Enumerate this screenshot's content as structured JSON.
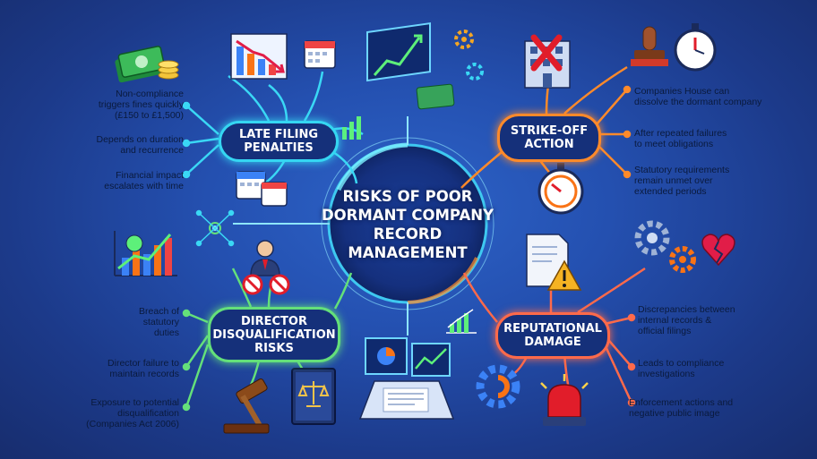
{
  "center_title": "RISKS OF POOR\nDORMANT COMPANY\nRECORD\nMANAGEMENT",
  "branches": {
    "late_filing": {
      "title": "LATE FILING\nPENALTIES",
      "points": [
        "Non-compliance\ntriggers fines quickly\n(£150 to £1,500)",
        "Depends on duration\nand recurrence",
        "Financial impact\nescalates with time"
      ]
    },
    "strike_off": {
      "title": "STRIKE-OFF\nACTION",
      "points": [
        "Companies House can\ndissolve the dormant company",
        "After repeated failures\nto meet obligations",
        "Statutory requirements\nremain unmet over\nextended periods"
      ]
    },
    "director": {
      "title": "DIRECTOR\nDISQUALIFICATION\nRISKS",
      "points": [
        "Breach of\nstatutory\nduties",
        "Director failure to\nmaintain records",
        "Exposure to potential\ndisqualification\n(Companies Act 2006)"
      ]
    },
    "reputational": {
      "title": "REPUTATIONAL\nDAMAGE",
      "points": [
        "Discrepancies between\ninternal records &\nofficial filings",
        "Leads to compliance\ninvestigations",
        "Enforcement actions and\nnegative public image"
      ]
    }
  },
  "colors": {
    "late_filing": "#35d6f2",
    "strike_off": "#ff8a2a",
    "director": "#64e07a",
    "reputational": "#ff6a4a",
    "center_ring": "#3ec8f0"
  },
  "icons": [
    "cash-stack-icon",
    "declining-bar-chart-icon",
    "calendar-icon",
    "rising-chart-board-icon",
    "gear-icon",
    "office-building-icon",
    "red-cross-icon",
    "rubber-stamp-icon",
    "stopwatch-icon",
    "document-warning-icon",
    "broken-heart-icon",
    "growth-bar-chart-icon",
    "director-person-icon",
    "prohibited-icon",
    "gavel-icon",
    "law-book-icon",
    "laptop-charts-icon",
    "alarm-light-icon",
    "network-node-icon"
  ]
}
